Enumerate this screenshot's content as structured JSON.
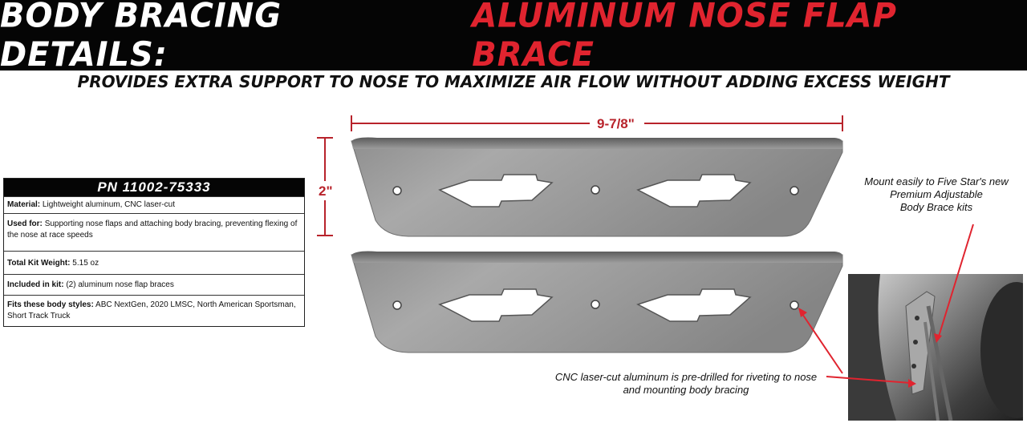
{
  "banner": {
    "title_white": "BODY BRACING DETAILS:",
    "title_red": "ALUMINUM NOSE FLAP BRACE"
  },
  "subtitle": "PROVIDES EXTRA SUPPORT TO NOSE TO MAXIMIZE AIR FLOW WITHOUT ADDING EXCESS WEIGHT",
  "dimensions": {
    "width_label": "9-7/8\"",
    "height_label": "2\""
  },
  "spec": {
    "part_number": "PN 11002-75333",
    "rows": [
      {
        "label": "Material:",
        "value": "Lightweight aluminum, CNC laser-cut"
      },
      {
        "label": "Used for:",
        "value": "Supporting nose flaps and attaching body bracing, preventing flexing of the nose at race speeds"
      },
      {
        "label": "Total Kit Weight:",
        "value": "5.15 oz"
      },
      {
        "label": "Included in kit:",
        "value": "(2) aluminum nose flap braces"
      },
      {
        "label": "Fits these body styles:",
        "value": "ABC NextGen, 2020 LMSC, North American Sportsman, Short Track Truck"
      }
    ]
  },
  "callouts": {
    "mount_line1": "Mount easily to Five Star's new",
    "mount_line2": "Premium Adjustable",
    "mount_line3": "Body Brace kits",
    "cnc_line1": "CNC laser-cut aluminum is pre-drilled for riveting to nose",
    "cnc_line2": "and mounting body bracing"
  },
  "colors": {
    "accent_red": "#e0242f",
    "dimension_red": "#b8232b",
    "banner_bg": "#050505"
  }
}
